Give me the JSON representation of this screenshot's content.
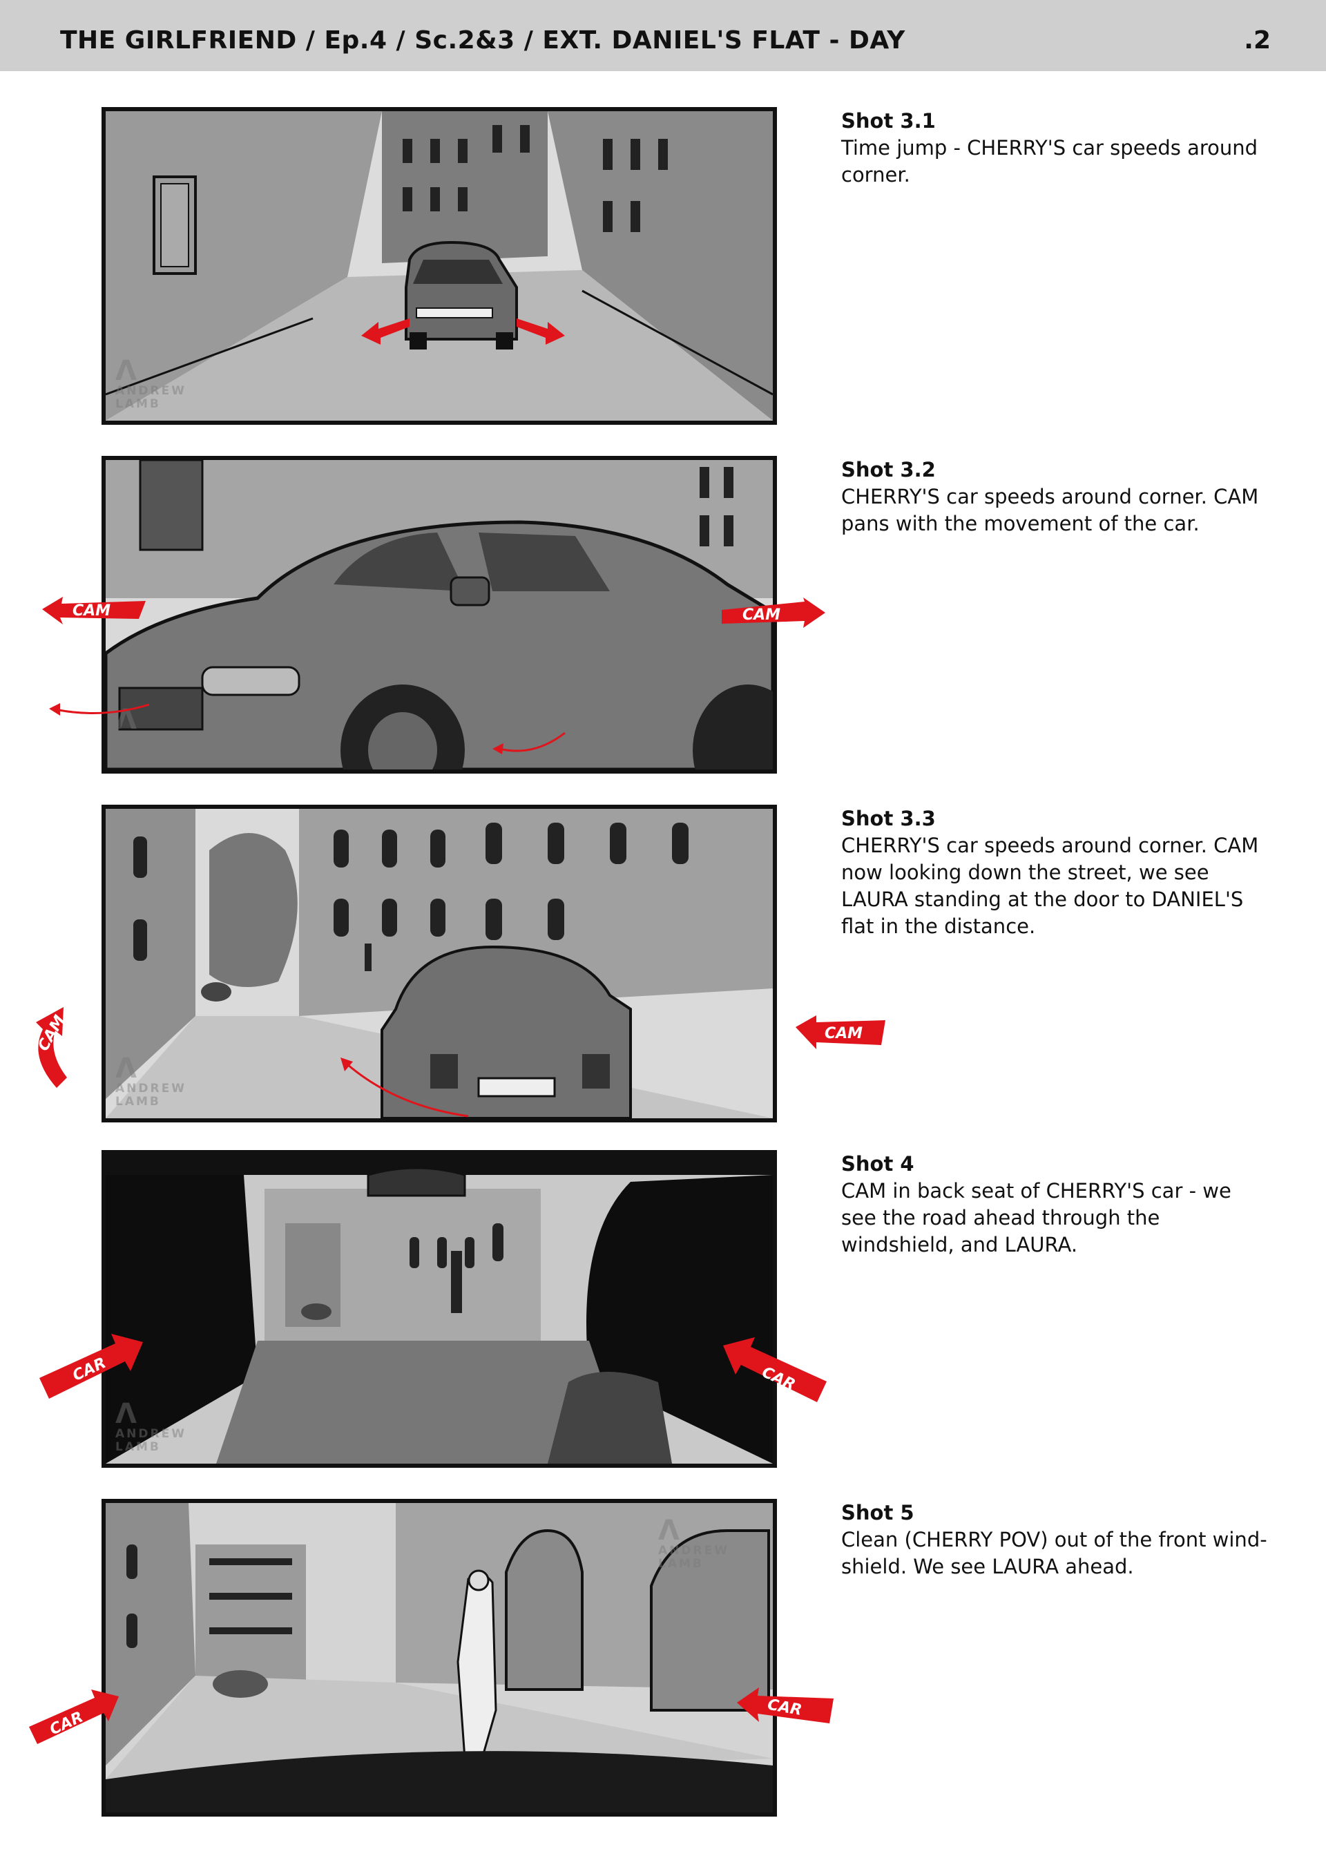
{
  "header": {
    "title": "THE GIRLFRIEND  /  Ep.4  /  Sc.2&3  /  EXT. DANIEL'S FLAT - DAY",
    "page_number": ".2"
  },
  "watermark": {
    "line1": "ANDREW",
    "line2": "LAMB"
  },
  "arrow_labels": {
    "cam": "CAM",
    "car": "CAR"
  },
  "shots": [
    {
      "title": "Shot 3.1",
      "description": "Time jump - CHERRY'S car speeds around corner."
    },
    {
      "title": "Shot 3.2",
      "description": "CHERRY'S car speeds around corner. CAM pans with the movement of the car."
    },
    {
      "title": "Shot 3.3",
      "description": "CHERRY'S car speeds around corner. CAM now looking down the street, we see LAURA standing at the door to DANIEL'S flat in the distance."
    },
    {
      "title": "Shot 4",
      "description": "CAM in back seat of CHERRY'S car - we see the road ahead through the windshield, and LAURA."
    },
    {
      "title": "Shot 5",
      "description": "Clean (CHERRY POV) out of the front wind-shield. We see LAURA ahead."
    }
  ],
  "colors": {
    "accent_red": "#e0141b",
    "ink": "#111111",
    "panel_gray": "#d9d9d9",
    "header_gray": "#cfcfcf"
  }
}
